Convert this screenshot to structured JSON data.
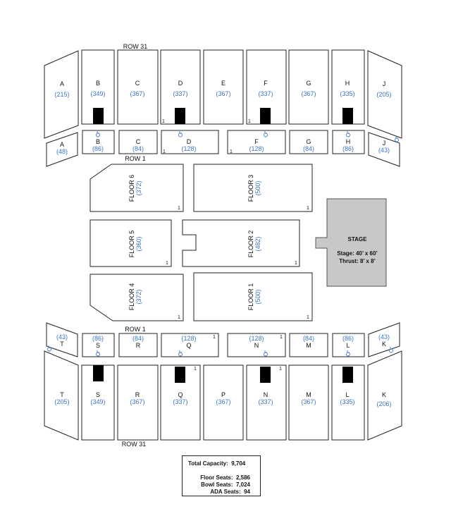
{
  "row_labels": {
    "upper_top": "ROW 31",
    "lower_top": "ROW 1",
    "upper_bottom": "ROW 1",
    "lower_bottom": "ROW 31"
  },
  "upper_north": [
    {
      "name": "A",
      "count": "(215)"
    },
    {
      "name": "B",
      "count": "(349)"
    },
    {
      "name": "C",
      "count": "(367)"
    },
    {
      "name": "D",
      "count": "(337)"
    },
    {
      "name": "E",
      "count": "(367)"
    },
    {
      "name": "F",
      "count": "(337)"
    },
    {
      "name": "G",
      "count": "(367)"
    },
    {
      "name": "H",
      "count": "(335)"
    },
    {
      "name": "J",
      "count": "(205)"
    }
  ],
  "lower_north": [
    {
      "name": "A",
      "count": "(48)"
    },
    {
      "name": "B",
      "count": "(86)"
    },
    {
      "name": "C",
      "count": "(84)"
    },
    {
      "name": "D",
      "count": "(128)"
    },
    {
      "name": "F",
      "count": "(128)"
    },
    {
      "name": "G",
      "count": "(84)"
    },
    {
      "name": "H",
      "count": "(86)"
    },
    {
      "name": "J",
      "count": "(43)"
    }
  ],
  "floor": [
    {
      "name": "FLOOR 6",
      "count": "(372)"
    },
    {
      "name": "FLOOR 3",
      "count": "(500)"
    },
    {
      "name": "FLOOR 5",
      "count": "(360)"
    },
    {
      "name": "FLOOR 2",
      "count": "(482)"
    },
    {
      "name": "FLOOR 4",
      "count": "(372)"
    },
    {
      "name": "FLOOR 1",
      "count": "(500)"
    }
  ],
  "stage": {
    "title": "STAGE",
    "line1": "Stage:  40’ x 60’",
    "line2": "Thrust:  8’ x 8’"
  },
  "lower_south": [
    {
      "name": "T",
      "count": "(43)"
    },
    {
      "name": "S",
      "count": "(86)"
    },
    {
      "name": "R",
      "count": "(84)"
    },
    {
      "name": "Q",
      "count": "(128)"
    },
    {
      "name": "N",
      "count": "(128)"
    },
    {
      "name": "M",
      "count": "(84)"
    },
    {
      "name": "L",
      "count": "(86)"
    },
    {
      "name": "K",
      "count": "(43)"
    }
  ],
  "upper_south": [
    {
      "name": "T",
      "count": "(205)"
    },
    {
      "name": "S",
      "count": "(349)"
    },
    {
      "name": "R",
      "count": "(367)"
    },
    {
      "name": "Q",
      "count": "(337)"
    },
    {
      "name": "P",
      "count": "(367)"
    },
    {
      "name": "N",
      "count": "(337)"
    },
    {
      "name": "M",
      "count": "(367)"
    },
    {
      "name": "L",
      "count": "(335)"
    },
    {
      "name": "K",
      "count": "(206)"
    }
  ],
  "row_one_marker": "1",
  "summary": {
    "total_label": "Total Capacity:",
    "total_value": "9,704",
    "floor_label": "Floor Seats:",
    "floor_value": "2,586",
    "bowl_label": "Bowl Seats:",
    "bowl_value": "7,024",
    "ada_label": "ADA Seats:",
    "ada_value": "94"
  },
  "colors": {
    "count_text": "#3b74c4",
    "stage_fill": "#c8c8c8",
    "tunnel": "#000000"
  }
}
